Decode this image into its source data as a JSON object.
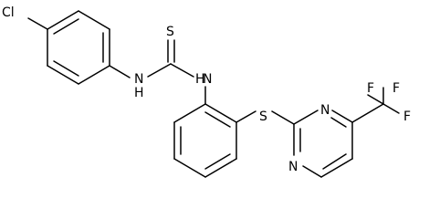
{
  "molecule": {
    "atoms": {
      "cl": "Cl",
      "s_thione": "S",
      "nh_left": "N",
      "h_left": "H",
      "nh_right": "N",
      "h_right": "H",
      "s_thioether": "S",
      "n_pyr_top": "N",
      "n_pyr_bottom": "N",
      "f_1": "F",
      "f_2": "F",
      "f_3": "F"
    }
  },
  "colors": {
    "bond": "#000000",
    "label": "#000000",
    "background": "#ffffff"
  }
}
